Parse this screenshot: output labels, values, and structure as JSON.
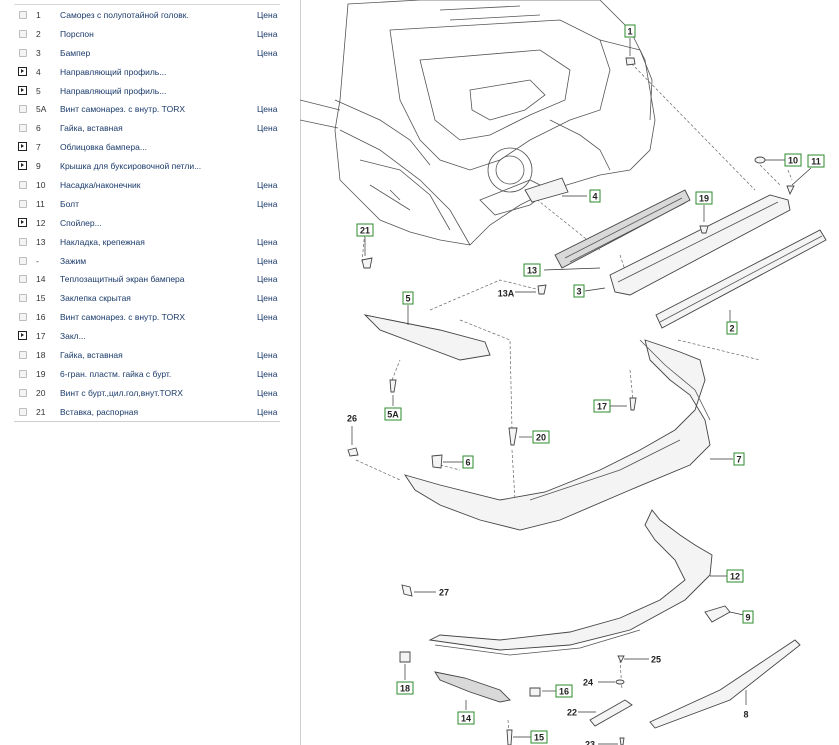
{
  "parts": [
    {
      "num": "1",
      "name": "Саморез с полупотайной головк.",
      "price": "Цена",
      "expandable": false
    },
    {
      "num": "2",
      "name": "Порспон",
      "price": "Цена",
      "expandable": false
    },
    {
      "num": "3",
      "name": "Бампер",
      "price": "Цена",
      "expandable": false
    },
    {
      "num": "4",
      "name": "Направляющий профиль...",
      "price": "",
      "expandable": true
    },
    {
      "num": "5",
      "name": "Направляющий профиль...",
      "price": "",
      "expandable": true
    },
    {
      "num": "5A",
      "name": "Винт самонарез. с внутр. TORX",
      "price": "Цена",
      "expandable": false
    },
    {
      "num": "6",
      "name": "Гайка, вставная",
      "price": "Цена",
      "expandable": false
    },
    {
      "num": "7",
      "name": "Облицовка бампера...",
      "price": "",
      "expandable": true
    },
    {
      "num": "9",
      "name": "Крышка для буксировочной петли...",
      "price": "",
      "expandable": true
    },
    {
      "num": "10",
      "name": "Насадка/наконечник",
      "price": "Цена",
      "expandable": false
    },
    {
      "num": "11",
      "name": "Болт",
      "price": "Цена",
      "expandable": false
    },
    {
      "num": "12",
      "name": "Спойлер...",
      "price": "",
      "expandable": true
    },
    {
      "num": "13",
      "name": "Накладка, крепежная",
      "price": "Цена",
      "expandable": false
    },
    {
      "num": "-",
      "name": "Зажим",
      "price": "Цена",
      "expandable": false
    },
    {
      "num": "14",
      "name": "Теплозащитный экран бампера",
      "price": "Цена",
      "expandable": false
    },
    {
      "num": "15",
      "name": "Заклепка скрытая",
      "price": "Цена",
      "expandable": false
    },
    {
      "num": "16",
      "name": "Винт самонарез. с внутр. TORX",
      "price": "Цена",
      "expandable": false
    },
    {
      "num": "17",
      "name": "Закл...",
      "price": "",
      "expandable": true
    },
    {
      "num": "18",
      "name": "Гайка, вставная",
      "price": "Цена",
      "expandable": false
    },
    {
      "num": "19",
      "name": "6-гран. пластм. гайка с бурт.",
      "price": "Цена",
      "expandable": false
    },
    {
      "num": "20",
      "name": "Винт с бурт.,цил.гол,внут.TORX",
      "price": "Цена",
      "expandable": false
    },
    {
      "num": "21",
      "name": "Вставка, распорная",
      "price": "Цена",
      "expandable": false
    }
  ],
  "callouts": [
    "1",
    "10",
    "11",
    "4",
    "19",
    "21",
    "13",
    "13A",
    "3",
    "5",
    "2",
    "17",
    "5A",
    "20",
    "26",
    "6",
    "7",
    "12",
    "27",
    "9",
    "25",
    "18",
    "16",
    "24",
    "22",
    "14",
    "8",
    "15",
    "23"
  ],
  "colors": {
    "callout_border": "#2b8a2b",
    "link_text": "#1a3a6a"
  }
}
